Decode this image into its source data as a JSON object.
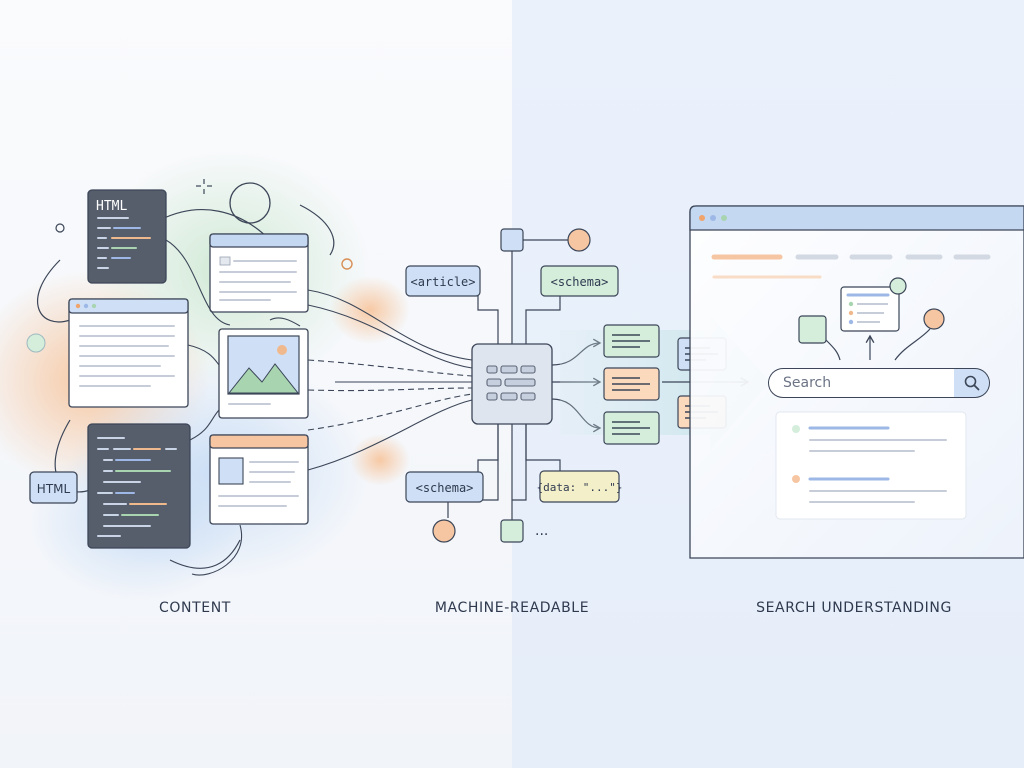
{
  "sections": {
    "content": "CONTENT",
    "machine_readable": "MACHINE-READABLE",
    "search_understanding": "SEARCH UNDERSTANDING"
  },
  "code_cards": {
    "html_heading": "HTML",
    "html_badge": "HTML"
  },
  "tags": {
    "article": "<article>",
    "schema_top": "<schema>",
    "schema_bottom": "<schema>",
    "data": "{data: \"...\"}"
  },
  "ellipsis": "...",
  "search": {
    "placeholder": "Search"
  },
  "colors": {
    "blue": "#9db8e6",
    "blue_fill": "#cfe0f6",
    "orange": "#f0b98d",
    "orange_fill": "#fbd9bd",
    "green": "#a8d5b0",
    "green_fill": "#d4eedb",
    "ink": "#3c4658",
    "dark_card": "#565d6b"
  },
  "icons": [
    "sparkle-icon",
    "image-icon",
    "search-icon",
    "arrow-right-icon",
    "chevron-right-icon"
  ]
}
